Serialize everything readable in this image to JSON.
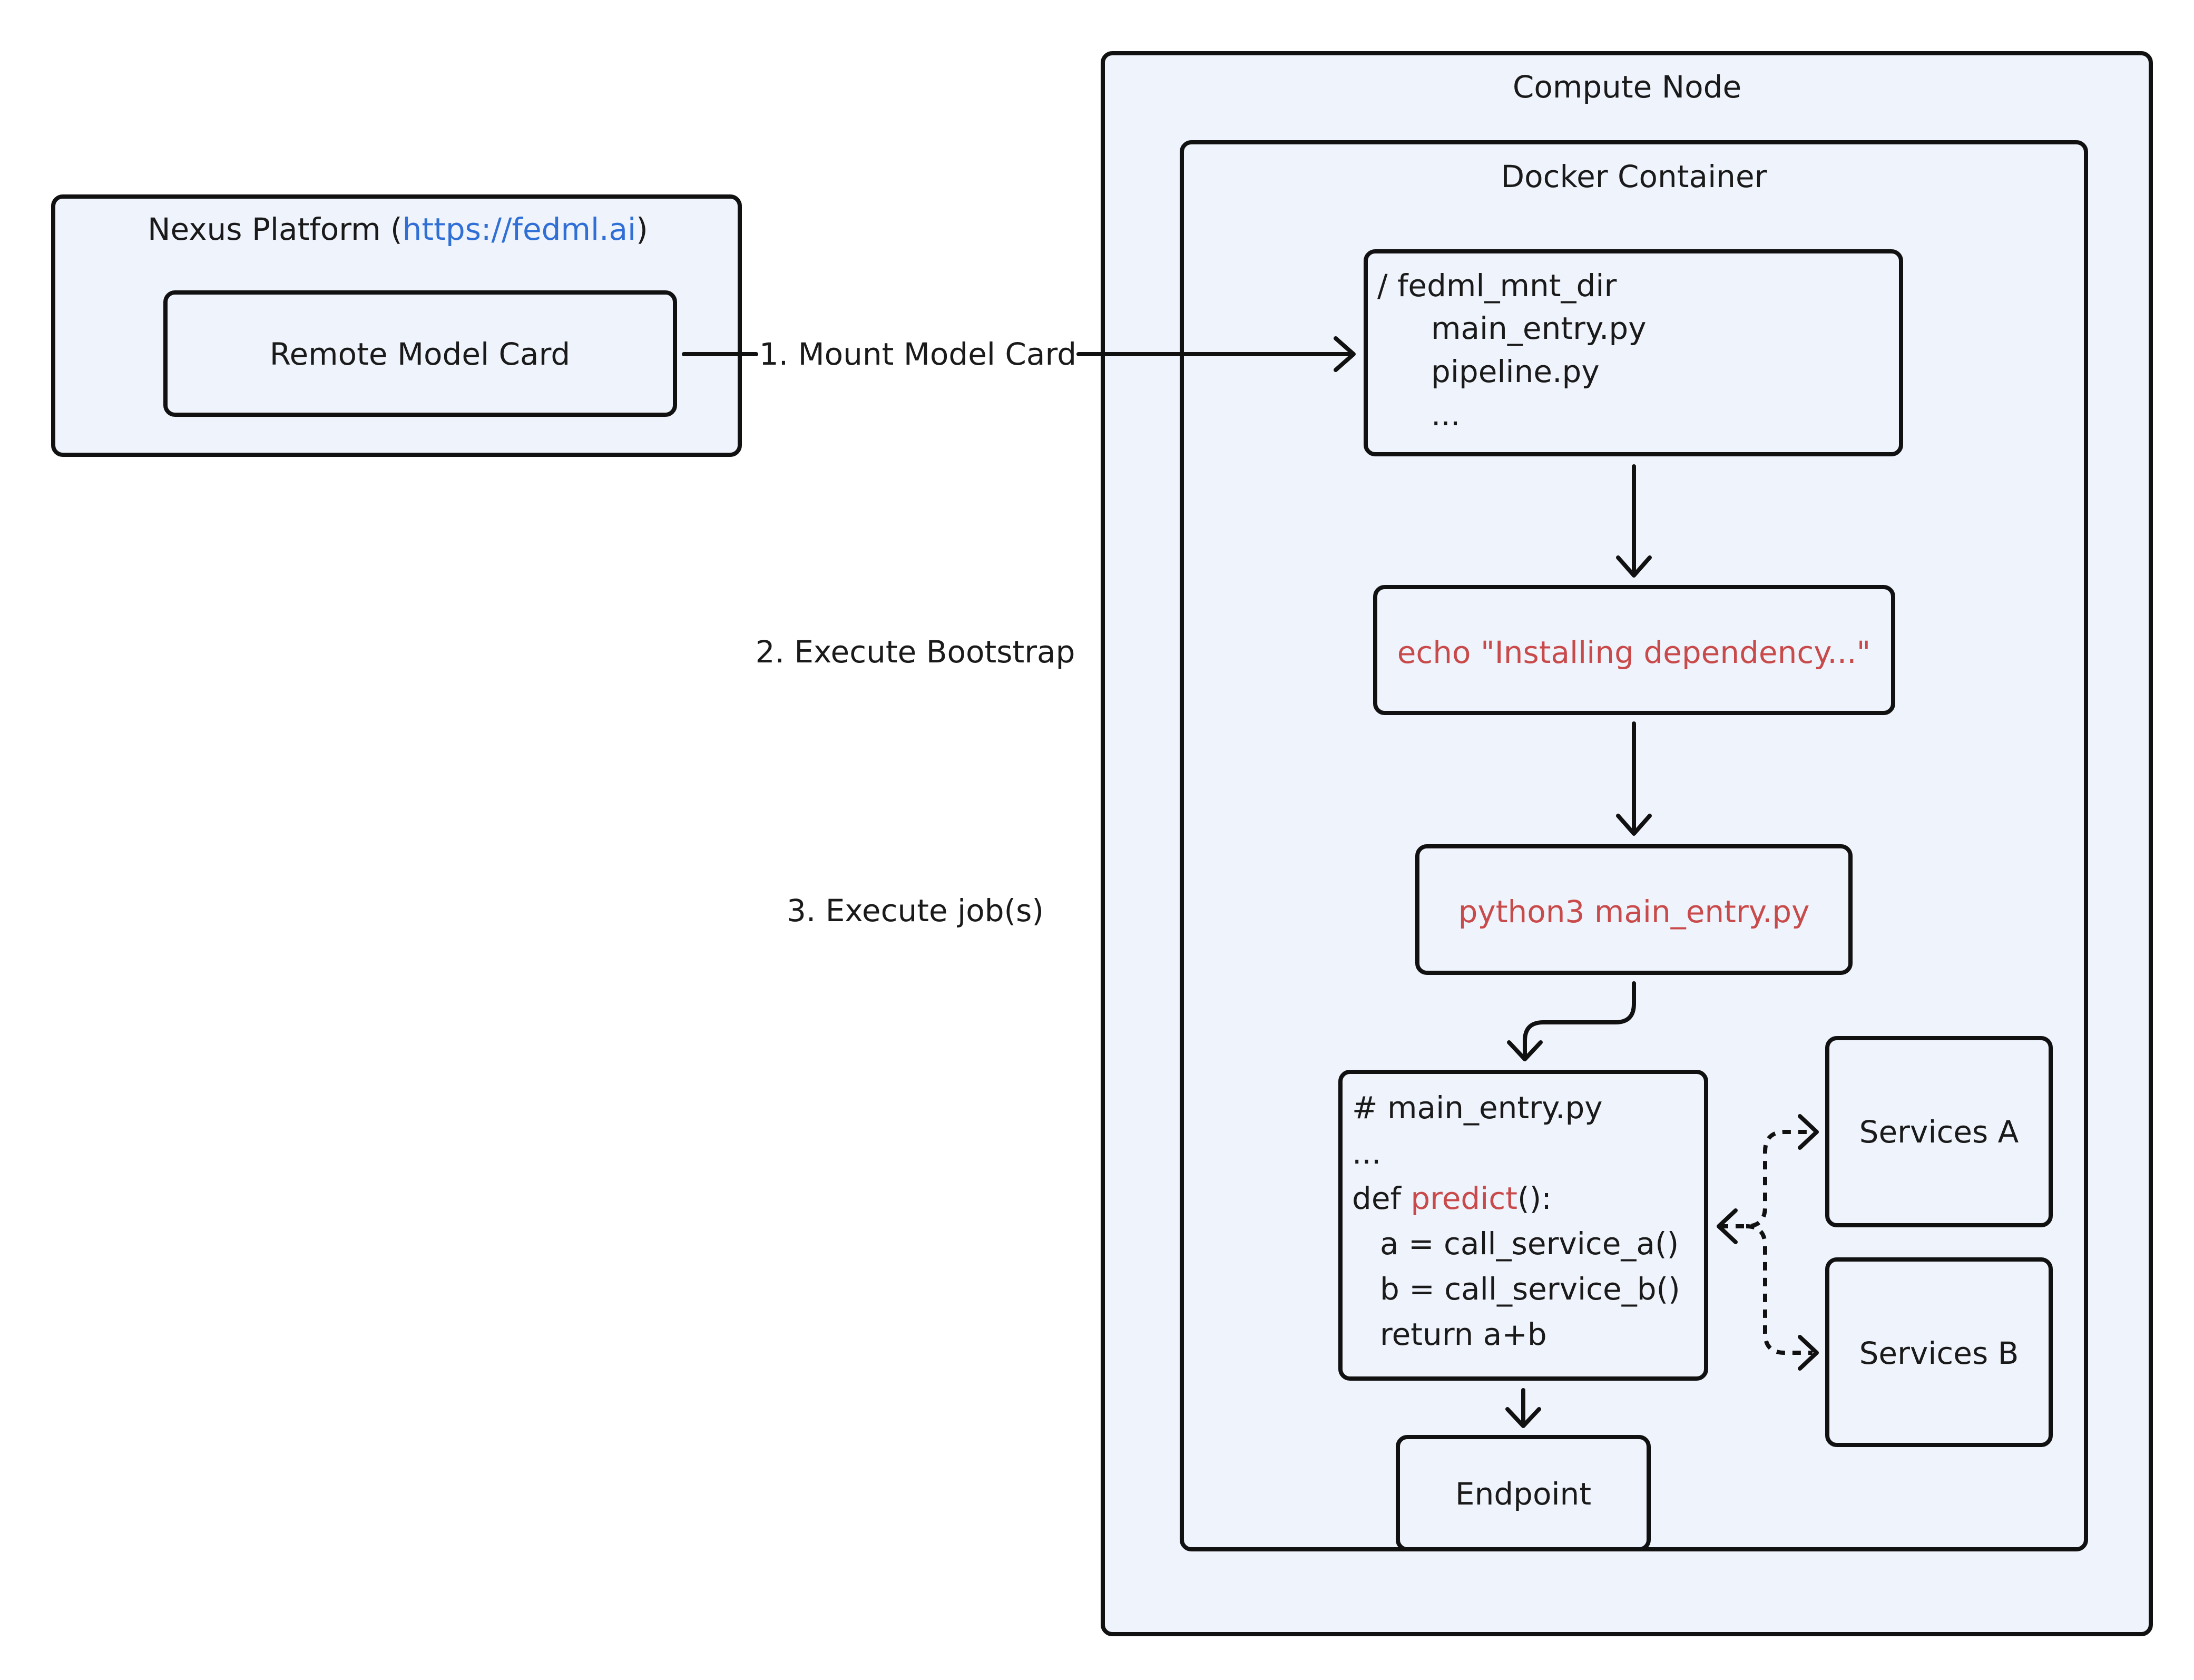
{
  "compute_node": {
    "title": "Compute Node"
  },
  "docker_container": {
    "title": "Docker Container"
  },
  "platform": {
    "title_prefix": "Nexus Platform (",
    "url": "https://fedml.ai",
    "title_suffix": ")",
    "card": "Remote Model Card"
  },
  "steps": {
    "mount": "1. Mount Model Card",
    "bootstrap": "2. Execute Bootstrap",
    "jobs": "3. Execute job(s)"
  },
  "mnt_dir": {
    "root": "/ fedml_mnt_dir",
    "files": [
      "main_entry.py",
      "pipeline.py",
      "..."
    ]
  },
  "bootstrap_cmd": "echo \"Installing dependency...\"",
  "run_cmd": "python3 main_entry.py",
  "code": {
    "comment": "# main_entry.py",
    "ellipsis": "...",
    "def_kw": "def ",
    "func_name": "predict",
    "def_tail": "():",
    "body": [
      "a = call_service_a()",
      "b = call_service_b()",
      "return a+b"
    ]
  },
  "services": {
    "a": "Services A",
    "b": "Services B"
  },
  "endpoint": "Endpoint",
  "colors": {
    "box_fill": "#eff3fb",
    "stroke": "#111111",
    "code_red": "#c94a4a",
    "link_blue": "#2f6fd6"
  }
}
